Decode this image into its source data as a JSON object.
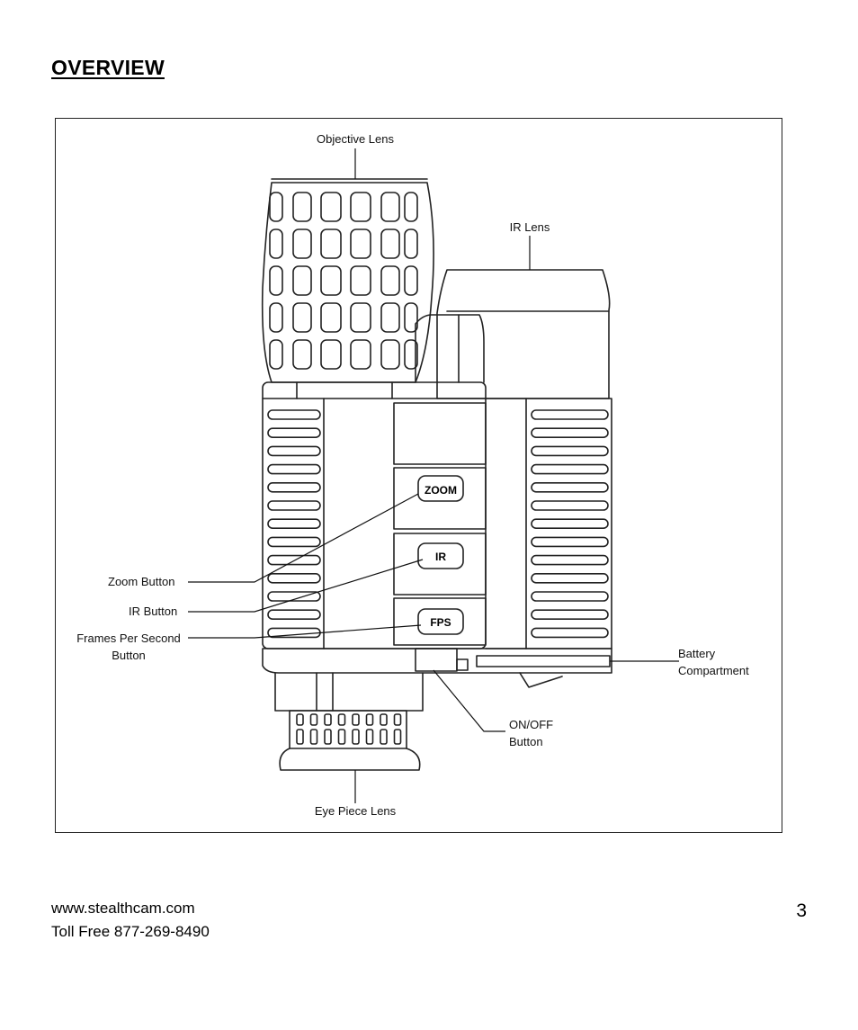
{
  "page": {
    "heading": "OVERVIEW",
    "footer_url": "www.stealthcam.com",
    "footer_phone": "Toll Free 877-269-8490",
    "page_number": "3"
  },
  "diagram": {
    "labels": {
      "objective_lens": "Objective Lens",
      "ir_lens": "IR Lens",
      "zoom_button": "Zoom Button",
      "ir_button": "IR Button",
      "fps_button_line1": "Frames Per Second",
      "fps_button_line2": "Button",
      "battery_line1": "Battery",
      "battery_line2": "Compartment",
      "onoff_line1": "ON/OFF",
      "onoff_line2": "Button",
      "eye_piece_lens": "Eye Piece Lens"
    },
    "button_text": {
      "zoom": "ZOOM",
      "ir": "IR",
      "fps": "FPS"
    }
  }
}
